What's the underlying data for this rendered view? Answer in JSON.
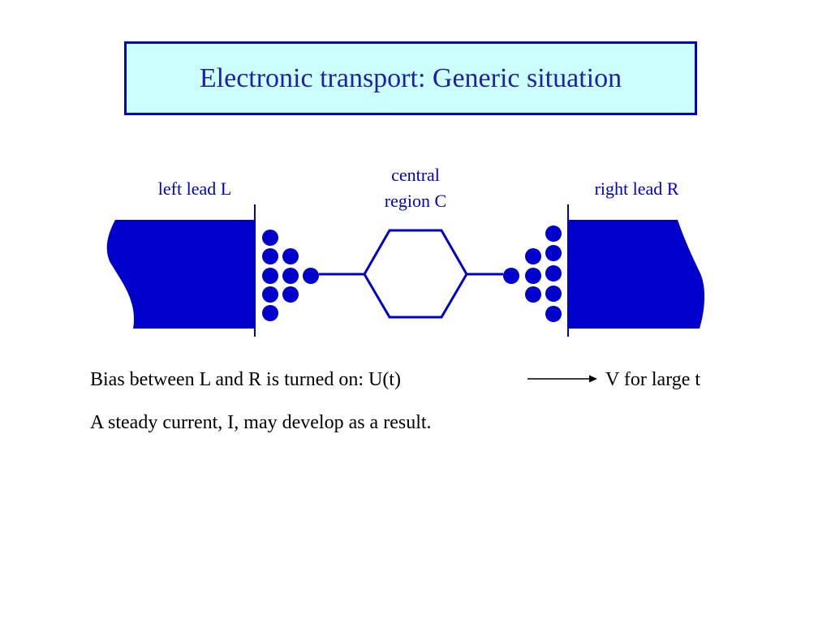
{
  "title": "Electronic transport: Generic situation",
  "labels": {
    "left_lead": "left lead L",
    "central_line1": "central",
    "central_line2": "region C",
    "right_lead": "right lead R"
  },
  "text": {
    "bias_line": "Bias between L and R is turned on: U(t)",
    "bias_result": "V  for large t",
    "current_line": "A steady current, I, may develop as a result."
  },
  "colors": {
    "accent": "#0000cc",
    "title_bg": "#ccffff",
    "title_text": "#1f1faa"
  }
}
